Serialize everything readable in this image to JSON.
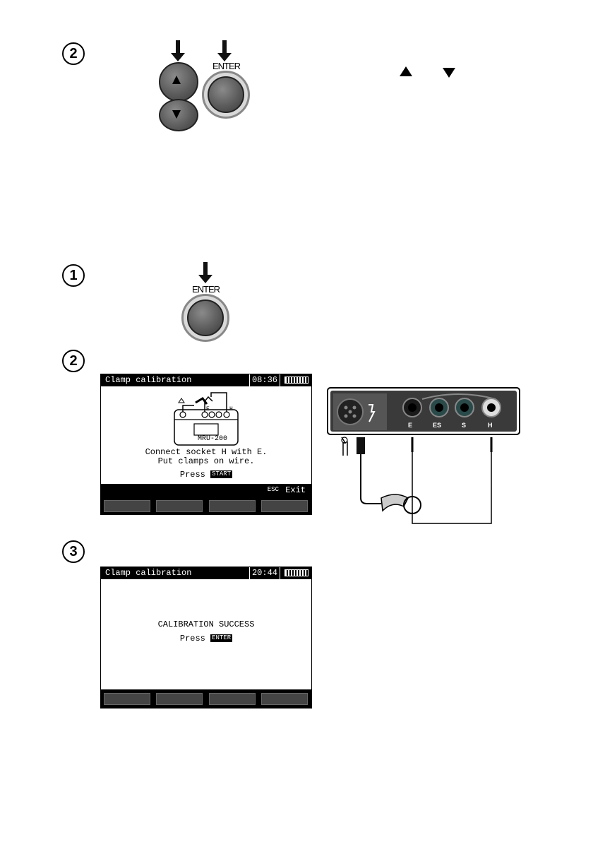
{
  "step_top": {
    "number": "2",
    "enter_label": "ENTER"
  },
  "step1": {
    "number": "1",
    "enter_label": "ENTER"
  },
  "step2": {
    "number": "2",
    "screen": {
      "title": "Clamp calibration",
      "time": "08:36",
      "diagram_label": "MRU-200",
      "socket_e": "E",
      "socket_h": "H",
      "line1": "Connect socket H with E.",
      "line2": "Put clamps on wire.",
      "press": "Press",
      "key": "START",
      "esc_key": "ESC",
      "exit": "Exit"
    },
    "device": {
      "sockets": [
        "E",
        "ES",
        "S",
        "H"
      ]
    }
  },
  "step3": {
    "number": "3",
    "screen": {
      "title": "Clamp calibration",
      "time": "20:44",
      "message": "CALIBRATION SUCCESS",
      "press": "Press",
      "key": "ENTER"
    }
  }
}
